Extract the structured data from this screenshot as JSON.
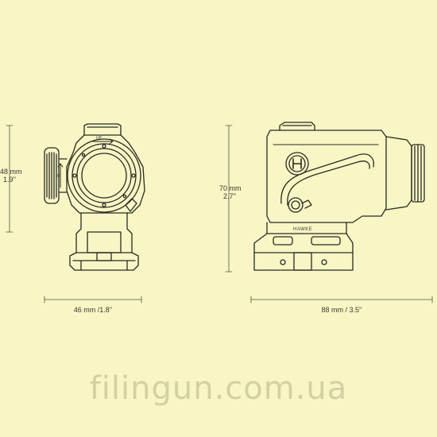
{
  "dimensions": {
    "front_height": "48 mm",
    "front_height_in": "1.9''",
    "front_width": "46 mm /1.8''",
    "side_height": "70 mm",
    "side_height_in": "2.7''",
    "side_length": "88 mm / 3.5''"
  },
  "labels": {
    "brand": "HAWKE",
    "turret_up": "UP",
    "turret_r": "R"
  },
  "watermark": "filingun.com.ua",
  "colors": {
    "background": "#f7f6c4",
    "line": "#2a2a24",
    "watermark": "#d3d1a4"
  }
}
